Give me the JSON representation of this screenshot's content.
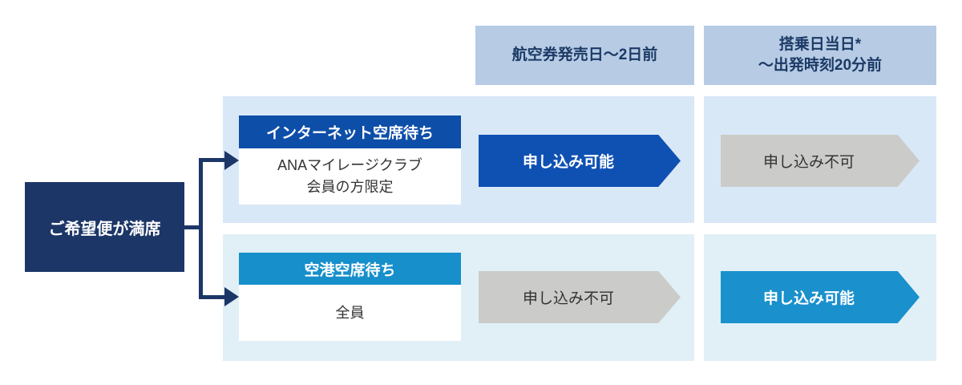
{
  "diagram": {
    "root": {
      "label": "ご希望便が満席"
    },
    "columns": [
      {
        "line1": "航空券発売日～2日前",
        "line2": ""
      },
      {
        "line1": "搭乗日当日*",
        "line2": "～出発時刻20分前"
      }
    ],
    "rows": [
      {
        "method": "インターネット空席待ち",
        "eligibility_line1": "ANAマイレージクラブ",
        "eligibility_line2": "会員の方限定",
        "statuses": [
          {
            "label": "申し込み可能",
            "available": true
          },
          {
            "label": "申し込み不可",
            "available": false
          }
        ]
      },
      {
        "method": "空港空席待ち",
        "eligibility_line1": "全員",
        "eligibility_line2": "",
        "statuses": [
          {
            "label": "申し込み不可",
            "available": false
          },
          {
            "label": "申し込み可能",
            "available": true
          }
        ]
      }
    ],
    "colors": {
      "navy": "#1c3667",
      "royal_blue": "#0f51b3",
      "sky_blue": "#1a90cd",
      "unavailable_gray": "#cbcbc9",
      "column_header_bg": "#b7cce4",
      "row1_band_bg": "#d9e8f7",
      "row2_band_bg": "#e1f0f6",
      "header_text": "#1c3a66",
      "body_text": "#333333"
    }
  }
}
